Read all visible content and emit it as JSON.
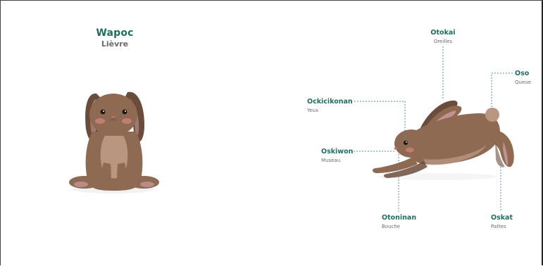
{
  "colors": {
    "accent": "#1f6e5e",
    "leader_line": "#4a9a8a",
    "fur": "#8e6a52",
    "fur_light": "#b89680",
    "fur_dark": "#6b4c3a",
    "ear_inner": "#d9a3ab",
    "cheek": "#e48a8a"
  },
  "header": {
    "title": "Wapoc",
    "subtitle": "Lièvre"
  },
  "labels": [
    {
      "id": "ears",
      "name": "Otokai",
      "translation": "Oreilles"
    },
    {
      "id": "tail",
      "name": "Oso",
      "translation": "Queue"
    },
    {
      "id": "eyes",
      "name": "Ockicikonan",
      "translation": "Yeux"
    },
    {
      "id": "muzzle",
      "name": "Oskiwon",
      "translation": "Museau"
    },
    {
      "id": "mouth",
      "name": "Otoninan",
      "translation": "Bouche"
    },
    {
      "id": "paws",
      "name": "Oskat",
      "translation": "Pattes"
    }
  ],
  "illustrations": [
    {
      "name": "sitting-hare",
      "pose": "sitting, facing front"
    },
    {
      "name": "leaping-hare",
      "pose": "leaping, side view"
    }
  ]
}
